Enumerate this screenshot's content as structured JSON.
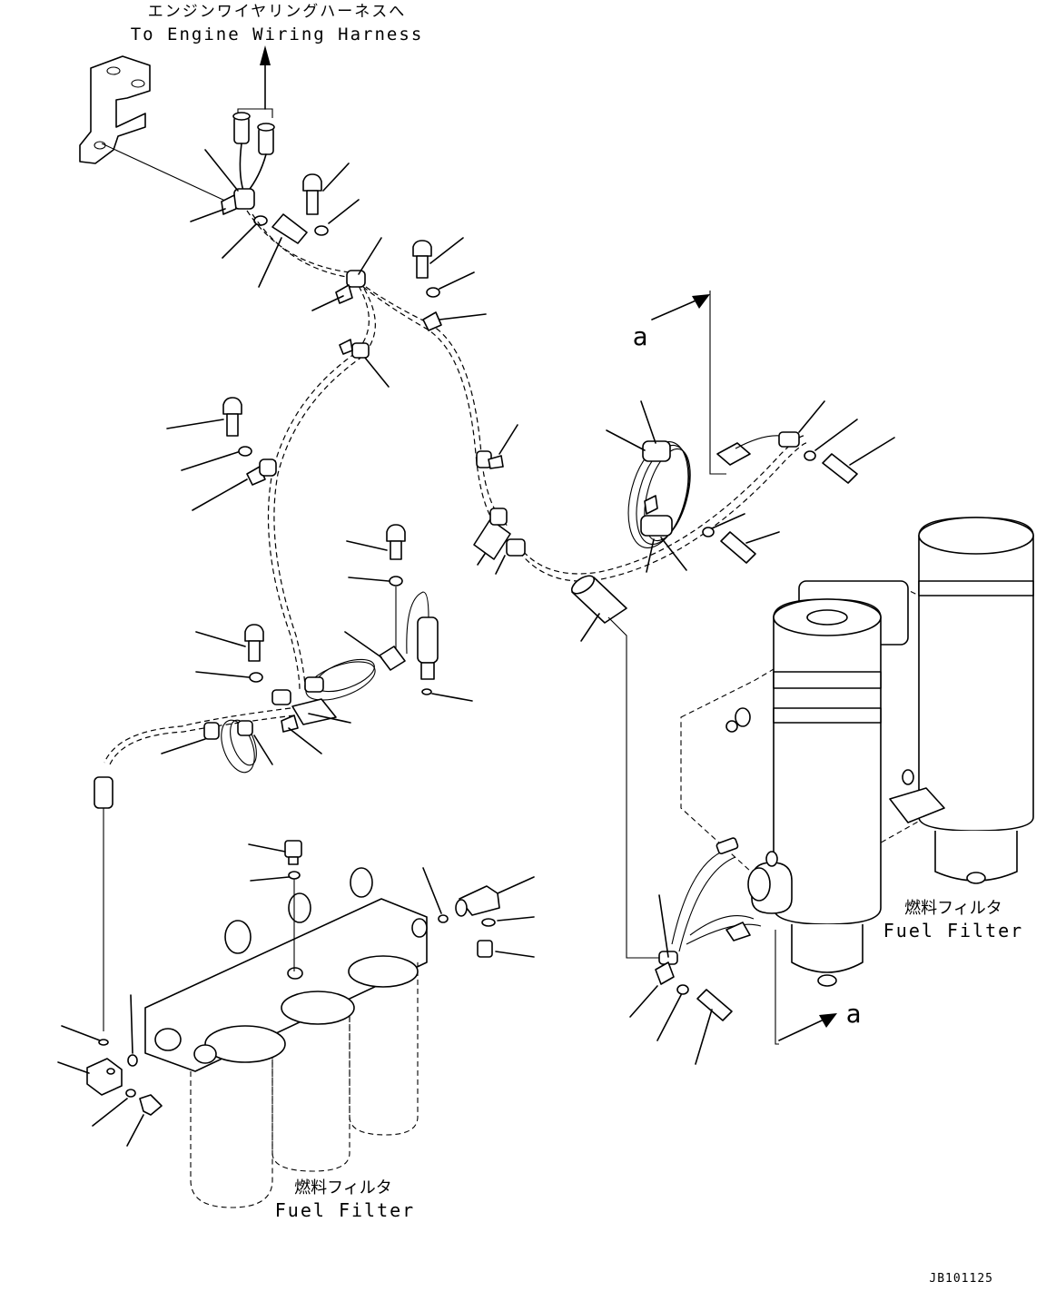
{
  "labels": {
    "harness_jp": "エンジンワイヤリングハーネスへ",
    "harness_en": "To Engine Wiring Harness",
    "filter_left_jp": "燃料フィルタ",
    "filter_left_en": "Fuel Filter",
    "filter_right_jp": "燃料フィルタ",
    "filter_right_en": "Fuel Filter",
    "view_a_top": "a",
    "view_a_bottom": "a",
    "drawing_code": "JB101125"
  }
}
